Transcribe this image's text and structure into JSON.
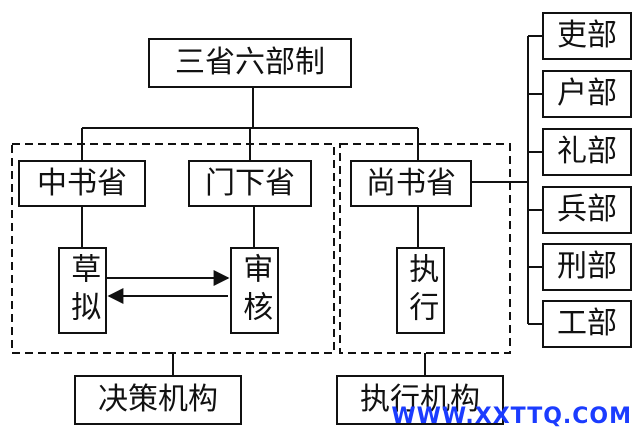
{
  "diagram": {
    "title": "三省六部制",
    "zhongshu": "中书省",
    "menxia": "门下省",
    "shangshu": "尚书省",
    "draft": "草拟",
    "review": "审核",
    "execute": "执行",
    "decision_org": "决策机构",
    "executive_org": "执行机构",
    "ministries": [
      "吏部",
      "户部",
      "礼部",
      "兵部",
      "刑部",
      "工部"
    ]
  },
  "watermark": "WWW.XXTTQ.COM"
}
